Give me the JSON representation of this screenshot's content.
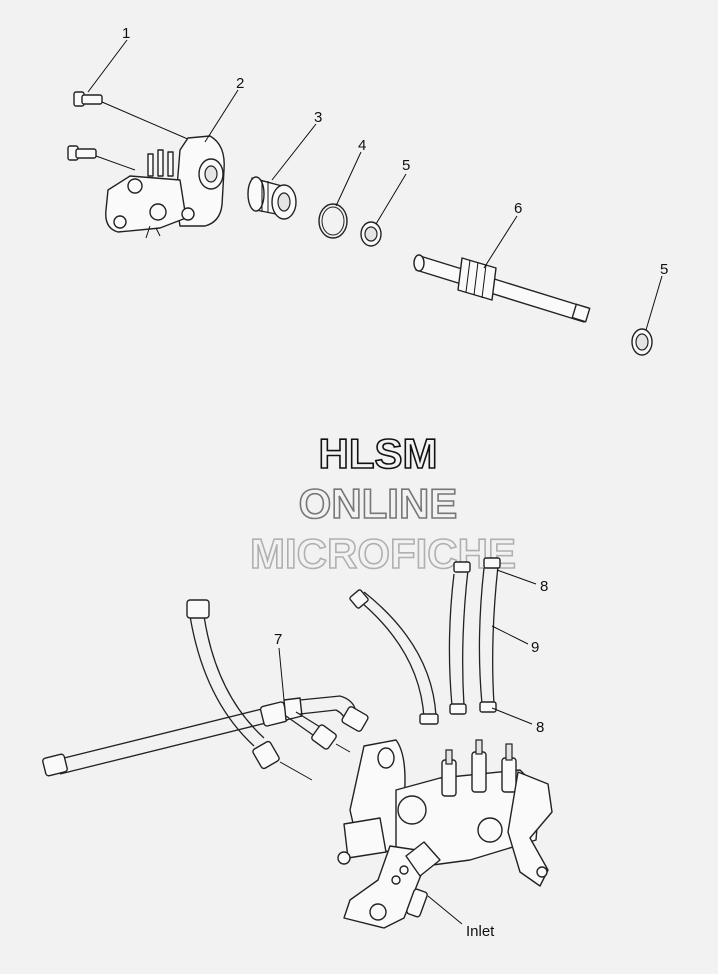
{
  "watermark": {
    "line1": "HLSM",
    "line2": "ONLINE",
    "line3": "MICROFICHE"
  },
  "callouts": {
    "c1": "1",
    "c2": "2",
    "c3": "3",
    "c4": "4",
    "c5a": "5",
    "c6": "6",
    "c5b": "5",
    "c8a": "8",
    "c9": "9",
    "c7": "7",
    "c8b": "8",
    "inlet": "Inlet"
  }
}
